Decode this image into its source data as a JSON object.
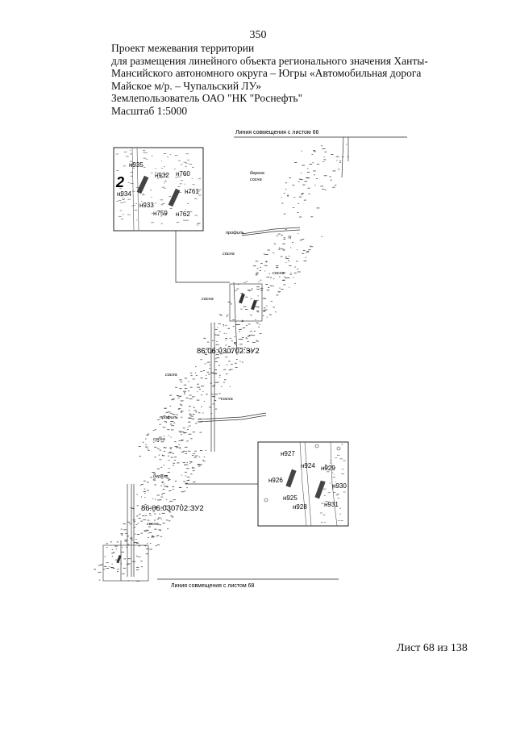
{
  "page_number": "350",
  "header": {
    "lines": [
      "Проект межевания территории",
      "для размещения линейного объекта регионального значения Ханты-",
      "Мансийского автономного округа – Югры «Автомобильная дорога",
      "Майское м/р. – Чупальский ЛУ»",
      "Землепользователь ОАО \"НК \"Роснефть\"",
      "Масштаб 1:5000"
    ]
  },
  "map": {
    "match_line_top": "Линия совмещения с листом 66",
    "match_line_bottom": "Линия совмещения с листом 68",
    "parcel_labels": [
      "86:06:030702:ЗУ2",
      "86:06:030702:ЗУ2"
    ],
    "terrain_labels": [
      "береза",
      "сосна",
      "профиль",
      "сосна",
      "сосна",
      "сосна",
      "сосна",
      "сосна",
      "профиль",
      "сосна",
      "береза",
      "сосна"
    ],
    "inset_top": {
      "zone_number": "2",
      "points": [
        "н935",
        "н932",
        "н760",
        "н934",
        "н761",
        "н933",
        "н759",
        "н762"
      ]
    },
    "inset_bottom": {
      "points": [
        "н927",
        "н924",
        "н929",
        "н926",
        "н930",
        "н925",
        "н928",
        "н931"
      ]
    }
  },
  "footer": {
    "sheet": "Лист 68 из 138"
  }
}
